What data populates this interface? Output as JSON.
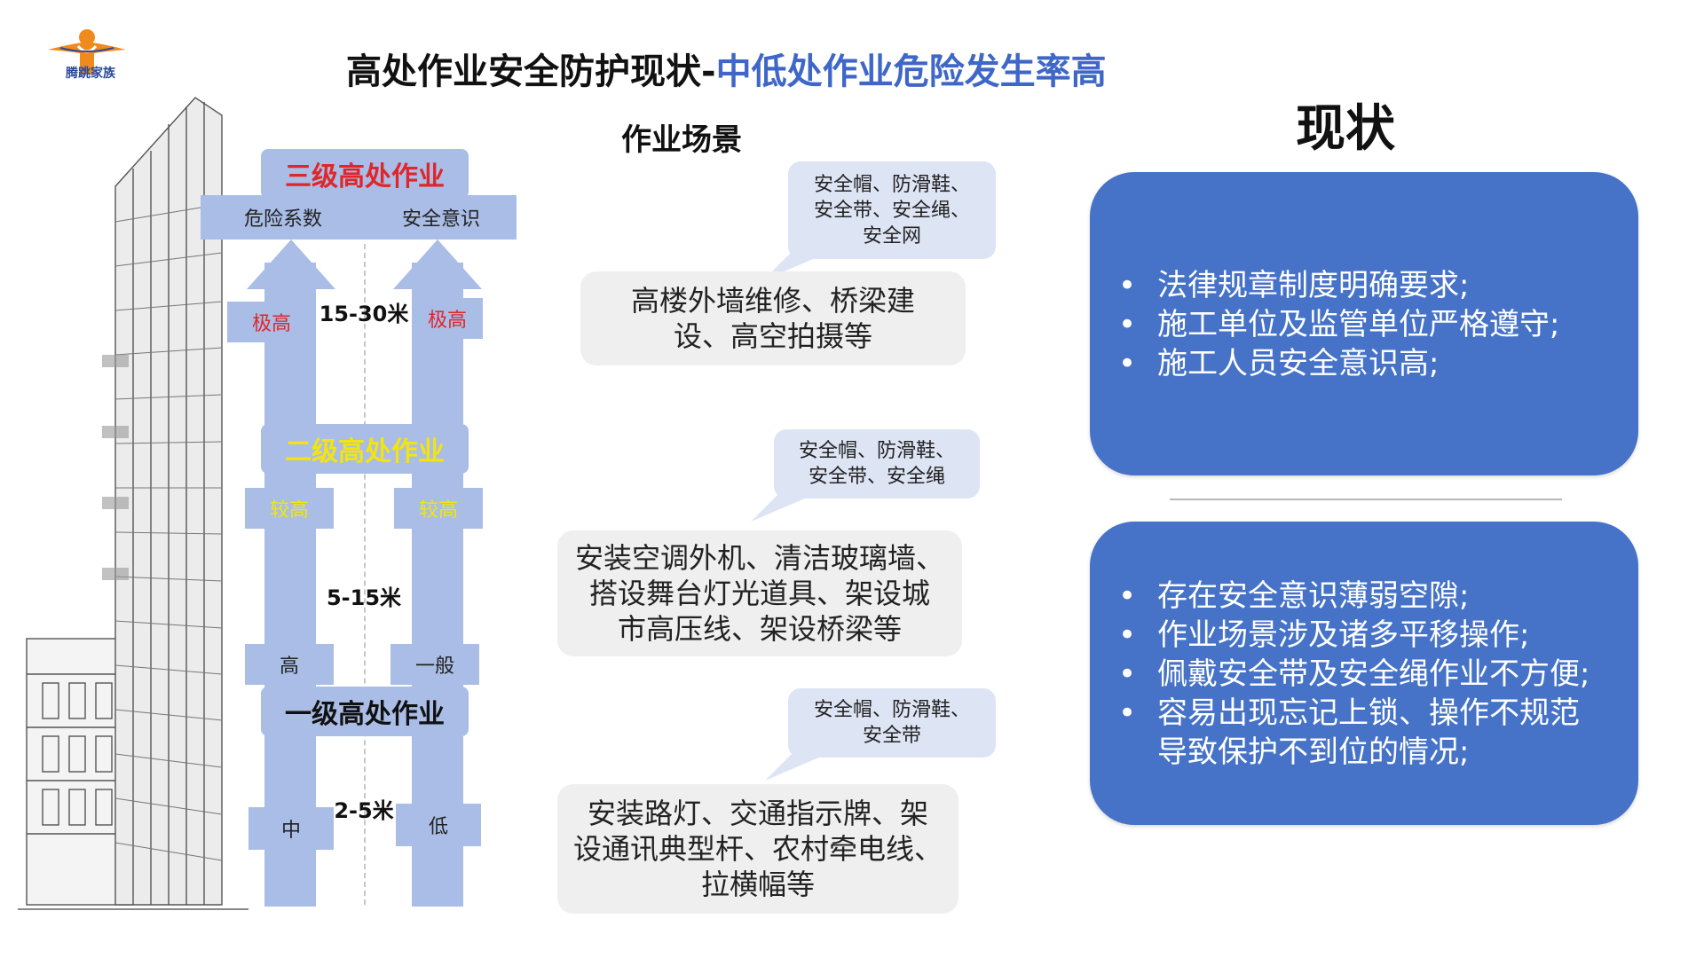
{
  "logo": {
    "text": "腾跳家族"
  },
  "title": {
    "main": "高处作业安全防护现状-",
    "highlight": "中低处作业危险发生率高"
  },
  "levels": {
    "top": {
      "name": "三级高处作业",
      "left_header": "危险系数",
      "right_header": "安全意识",
      "height": "15-30米",
      "left_value": "极高",
      "right_value": "极高"
    },
    "mid": {
      "name": "二级高处作业",
      "left_value": "较高",
      "right_value": "较高",
      "height": "5-15米"
    },
    "low": {
      "name": "一级高处作业",
      "left_value_upper": "高",
      "right_value_upper": "一般",
      "height": "2-5米",
      "left_value": "中",
      "right_value": "低"
    }
  },
  "scenarios": {
    "heading": "作业场景",
    "items": [
      {
        "equipment": [
          "安全帽、防滑鞋、",
          "安全带、安全绳、",
          "安全网"
        ],
        "description": [
          "高楼外墙维修、桥梁建",
          "设、高空拍摄等"
        ]
      },
      {
        "equipment": [
          "安全帽、防滑鞋、",
          "安全带、安全绳"
        ],
        "description": [
          "安装空调外机、清洁玻璃墙、",
          "搭设舞台灯光道具、架设城",
          "市高压线、架设桥梁等"
        ]
      },
      {
        "equipment": [
          "安全帽、防滑鞋、",
          "安全带"
        ],
        "description": [
          "安装路灯、交通指示牌、架",
          "设通讯典型杆、农村牵电线、",
          "拉横幅等"
        ]
      }
    ]
  },
  "status": {
    "heading": "现状",
    "positive": [
      "法律规章制度明确要求;",
      "施工单位及监管单位严格遵守;",
      "施工人员安全意识高;"
    ],
    "negative": [
      "存在安全意识薄弱空隙;",
      "作业场景涉及诸多平移操作;",
      "佩戴安全带及安全绳作业不方便;",
      "容易出现忘记上锁、操作不规范",
      "导致保护不到位的情况;"
    ]
  },
  "colors": {
    "accent_blue": "#3e67c8",
    "card_blue": "#4673c8",
    "arrow_blue": "#a9bde6",
    "bubble_blue": "#dde4f4",
    "scene_gray": "#efefef",
    "level3_red": "#e0262a",
    "level2_yellow": "#f3e411"
  }
}
